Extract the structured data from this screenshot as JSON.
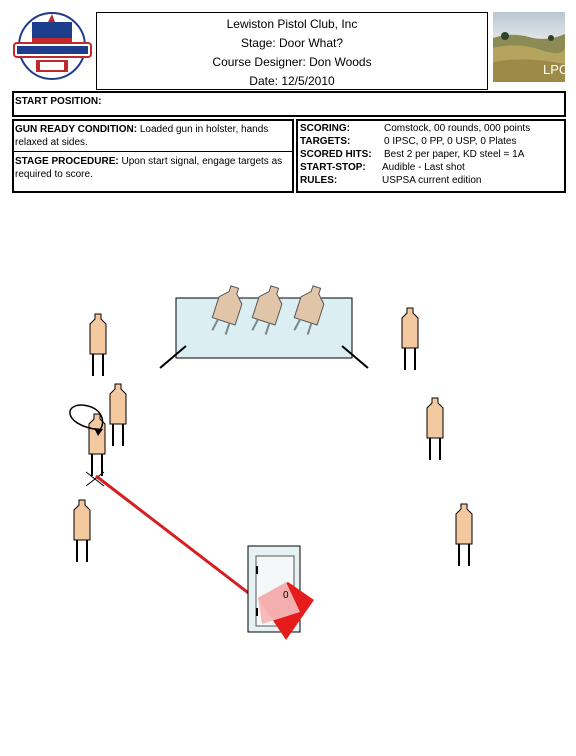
{
  "header": {
    "club": "Lewiston Pistol Club, Inc",
    "stage": "Stage:  Door What?",
    "designer": "Course Designer: Don Woods",
    "date": "Date: 12/5/2010",
    "photo_label": "LPC"
  },
  "start_position": {
    "label": "START POSITION:",
    "text": ""
  },
  "gun_ready": {
    "label": "GUN READY CONDITION:",
    "text": " Loaded gun in holster, hands relaxed at sides."
  },
  "procedure": {
    "label": "STAGE PROCEDURE:",
    "text": " Upon start signal, engage targets as required to score."
  },
  "scoring": [
    {
      "label": "SCORING:",
      "value": "Comstock, 00 rounds, 000 points"
    },
    {
      "label": "TARGETS:",
      "value": "0 IPSC, 0 PP, 0 USP, 0 Plates"
    },
    {
      "label": "SCORED HITS:",
      "value": "Best 2 per paper, KD steel = 1A"
    },
    {
      "label": "START-STOP:",
      "value": "Audible - Last shot"
    },
    {
      "label": "RULES:",
      "value": "USPSA current edition"
    }
  ],
  "diagram": {
    "door_label": "0"
  },
  "colors": {
    "target_fill": "#f4c9a0",
    "glass_fill": "#dbeef2",
    "fault_line": "#d42020",
    "door_swing": "#e51c1c"
  }
}
